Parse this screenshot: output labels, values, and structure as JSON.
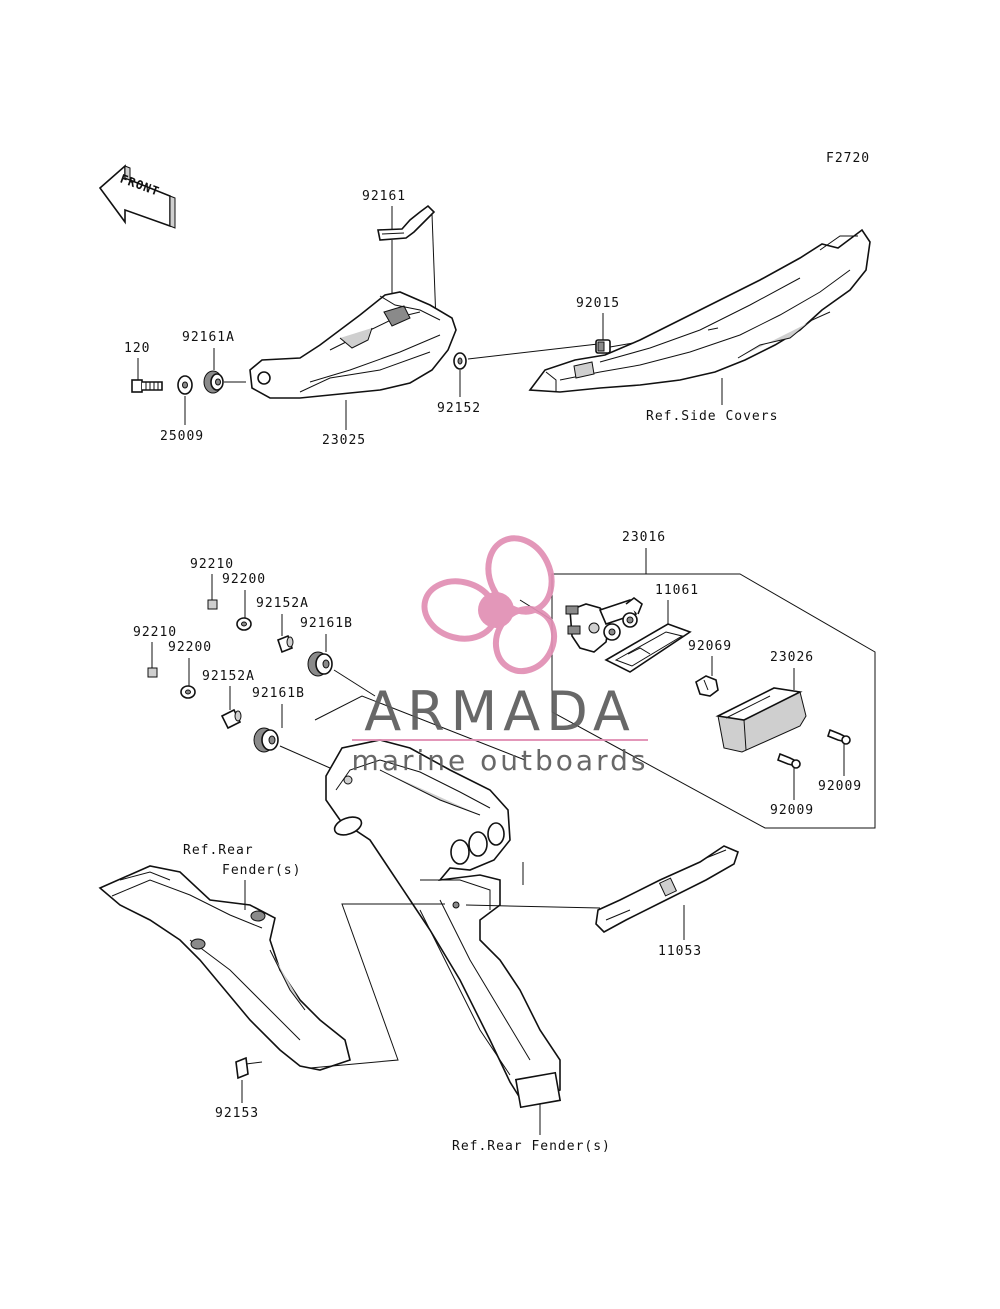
{
  "figure_code": "F2720",
  "front_marker": "FRONT",
  "watermark": {
    "brand": "ARMADA",
    "tagline": "marine outboards",
    "accent_color": "#e18fb4",
    "text_color": "#5c5c5c"
  },
  "labels": {
    "p92161": "92161",
    "p92015": "92015",
    "p120": "120",
    "p92161A": "92161A",
    "p25009": "25009",
    "p23025": "23025",
    "p92152": "92152",
    "ref_side_covers": "Ref.Side Covers",
    "p23016": "23016",
    "p11061": "11061",
    "p92069": "92069",
    "p23026": "23026",
    "p92009a": "92009",
    "p92009b": "92009",
    "p92210a": "92210",
    "p92200a": "92200",
    "p92152Aa": "92152A",
    "p92210b": "92210",
    "p92200b": "92200",
    "p92161Ba": "92161B",
    "p92152Ab": "92152A",
    "p92161Bb": "92161B",
    "ref_rear_fender_line1": "Ref.Rear",
    "ref_rear_fender_line2": "Fender(s)",
    "p11053": "11053",
    "p92153": "92153",
    "ref_rear_fender_bottom": "Ref.Rear Fender(s)"
  }
}
